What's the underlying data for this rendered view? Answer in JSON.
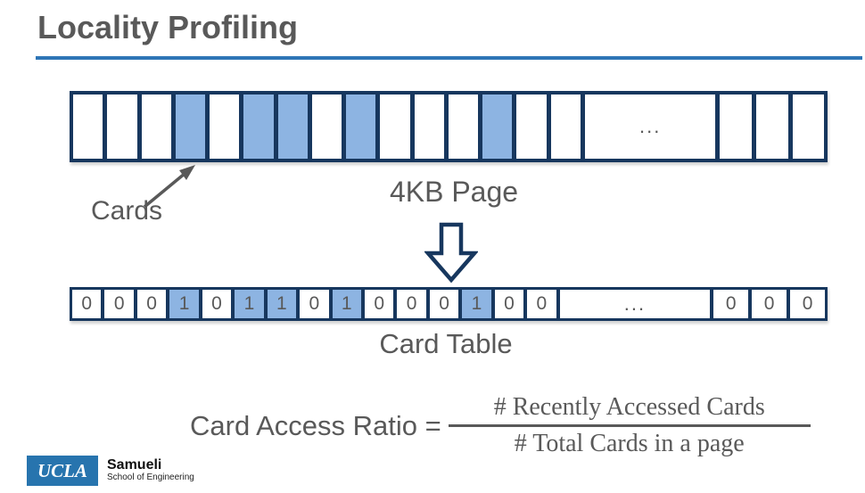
{
  "slide": {
    "title": "Locality Profiling",
    "accent_color": "#2E75B6",
    "cell_border_color": "#17375E",
    "accessed_card_color": "#8DB4E2",
    "text_color": "#595959"
  },
  "labels": {
    "cards": "Cards",
    "page": "4KB Page",
    "card_table": "Card Table"
  },
  "icons": {
    "cards_pointer": "diagonal-arrow",
    "page_to_table": "block-down-arrow"
  },
  "page_row": {
    "cells": [
      0,
      0,
      0,
      1,
      0,
      1,
      1,
      0,
      1,
      0,
      0,
      0,
      1,
      0,
      0
    ],
    "ellipsis": "...",
    "cells_after": [
      0,
      0,
      0
    ]
  },
  "card_table": {
    "values": [
      "0",
      "0",
      "0",
      "1",
      "0",
      "1",
      "1",
      "0",
      "1",
      "0",
      "0",
      "0",
      "1",
      "0",
      "0"
    ],
    "ellipsis": "...",
    "values_after": [
      "0",
      "0",
      "0"
    ]
  },
  "formula": {
    "lhs": "Card Access Ratio =",
    "numerator": "# Recently Accessed Cards",
    "denominator": "# Total Cards in a page"
  },
  "footer_logo": {
    "ucla": "UCLA",
    "samueli": "Samueli",
    "school": "School of Engineering",
    "blue": "#2774AE"
  }
}
